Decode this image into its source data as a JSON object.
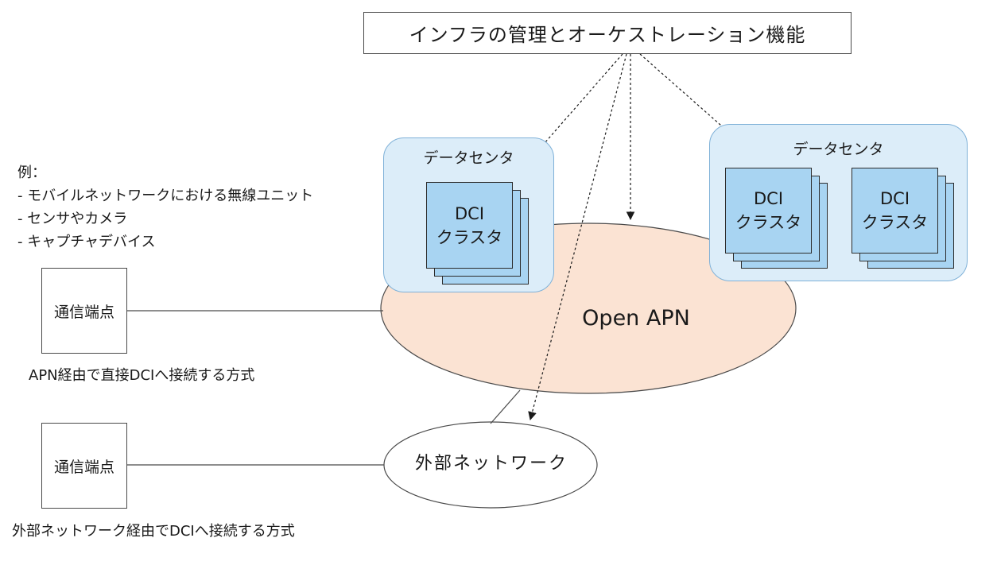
{
  "orchestration": {
    "label": "インフラの管理とオーケストレーション機能"
  },
  "data_centers": [
    {
      "label": "データセンタ",
      "clusters": [
        {
          "line1": "DCI",
          "line2": "クラスタ"
        }
      ]
    },
    {
      "label": "データセンタ",
      "clusters": [
        {
          "line1": "DCI",
          "line2": "クラスタ"
        },
        {
          "line1": "DCI",
          "line2": "クラスタ"
        }
      ]
    }
  ],
  "networks": {
    "open_apn": "Open APN",
    "external": "外部ネットワーク"
  },
  "endpoints": [
    {
      "label": "通信端点",
      "caption": "APN経由で直接DCIへ接続する方式"
    },
    {
      "label": "通信端点",
      "caption": "外部ネットワーク経由でDCIへ接続する方式"
    }
  ],
  "examples": {
    "heading": "例：",
    "items": [
      "- モバイルネットワークにおける無線ユニット",
      "- センサやカメラ",
      "- キャプチャデバイス"
    ]
  },
  "colors": {
    "data_center_fill": "#dcedf9",
    "data_center_border": "#7fb1d8",
    "cluster_fill": "#a8d4f2",
    "open_apn_fill": "#fbe3d3",
    "external_fill": "#ffffff",
    "line": "#4a4a4a"
  }
}
